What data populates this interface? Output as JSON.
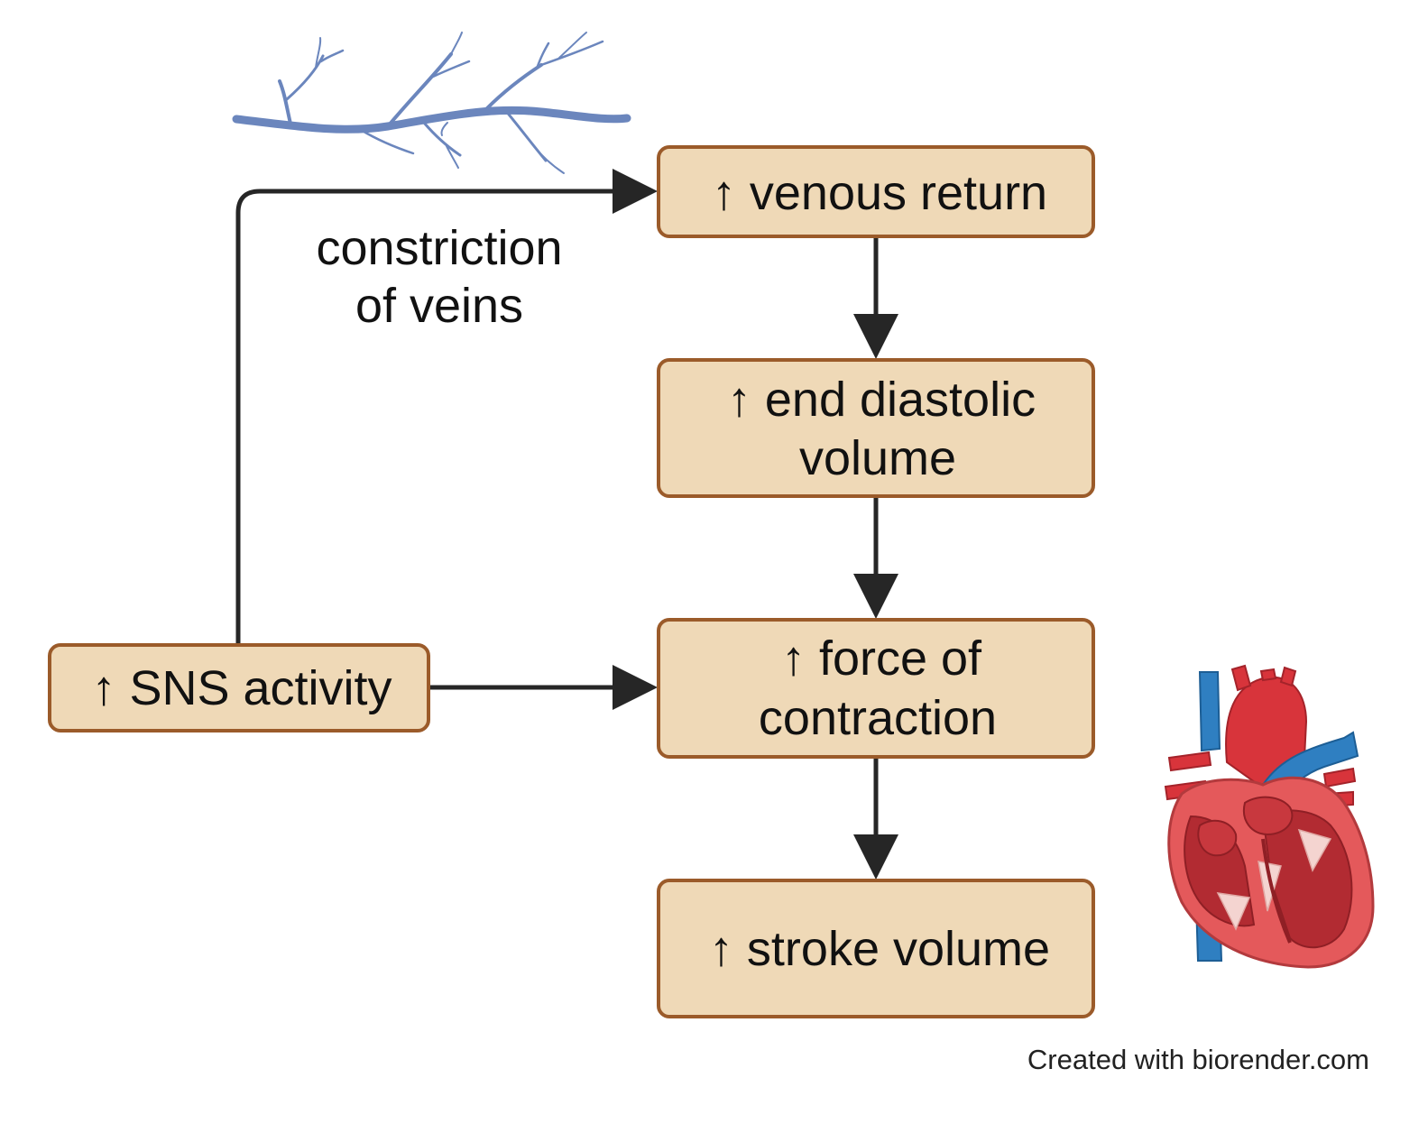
{
  "nodes": {
    "venous_return": {
      "line1": "↑  venous return"
    },
    "end_diastolic": {
      "line1": "↑  end diastolic",
      "line2": "volume"
    },
    "force_contraction": {
      "line1": "↑  force of",
      "line2": "contraction"
    },
    "stroke_volume": {
      "line1": "↑  stroke volume"
    },
    "sns_activity": {
      "line1": "↑  SNS activity"
    }
  },
  "edge_labels": {
    "constriction": {
      "line1": "constriction",
      "line2": "of veins"
    }
  },
  "credit": "Created with biorender.com",
  "icons": {
    "vein": "vein-illustration",
    "heart": "heart-anatomy-illustration"
  },
  "colors": {
    "box_fill": "#efd9b7",
    "box_border": "#9b5b2a",
    "arrow": "#262626",
    "vein": "#6b86bd",
    "heart_red": "#d8343b",
    "heart_blue": "#2f7fc1"
  }
}
